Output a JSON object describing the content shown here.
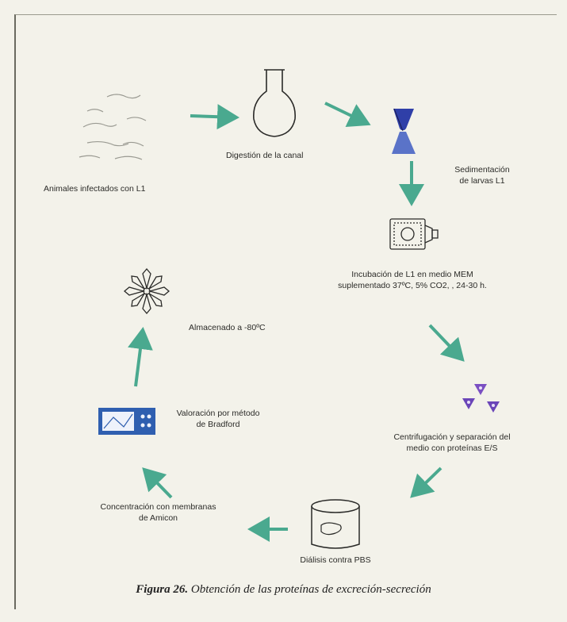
{
  "steps": {
    "s1": "Animales infectados con L1",
    "s2": "Digestión de la canal",
    "s3_line1": "Sedimentación",
    "s3_line2": "de larvas L1",
    "s4_line1": "Incubación de L1 en medio MEM",
    "s4_line2": "suplementado 37ºC, 5% CO2, , 24-30 h.",
    "s5_line1": "Centrifugación y separación del",
    "s5_line2": "medio con proteínas E/S",
    "s6": "Diálisis contra PBS",
    "s7_line1": "Concentración con membranas",
    "s7_line2": "de Amicon",
    "s8_line1": "Valoración por método",
    "s8_line2": "de Bradford",
    "s9": "Almacenado a -80ºC"
  },
  "caption": {
    "prefix": "Figura 26.",
    "text": " Obtención de las proteínas de excreción-secreción"
  },
  "icons": [
    "infected-larvae-icon",
    "flask-icon",
    "sedimentation-funnel-icon",
    "culture-flask-icon",
    "centrifuge-tubes-icon",
    "dialysis-beaker-icon",
    "concentrator-icon",
    "spectrophotometer-icon",
    "freezer-snowflake-icon"
  ],
  "colors": {
    "arrow": "#4aa98f",
    "icon_blue": "#2f5fb0",
    "icon_purple": "#7a4fc2"
  }
}
